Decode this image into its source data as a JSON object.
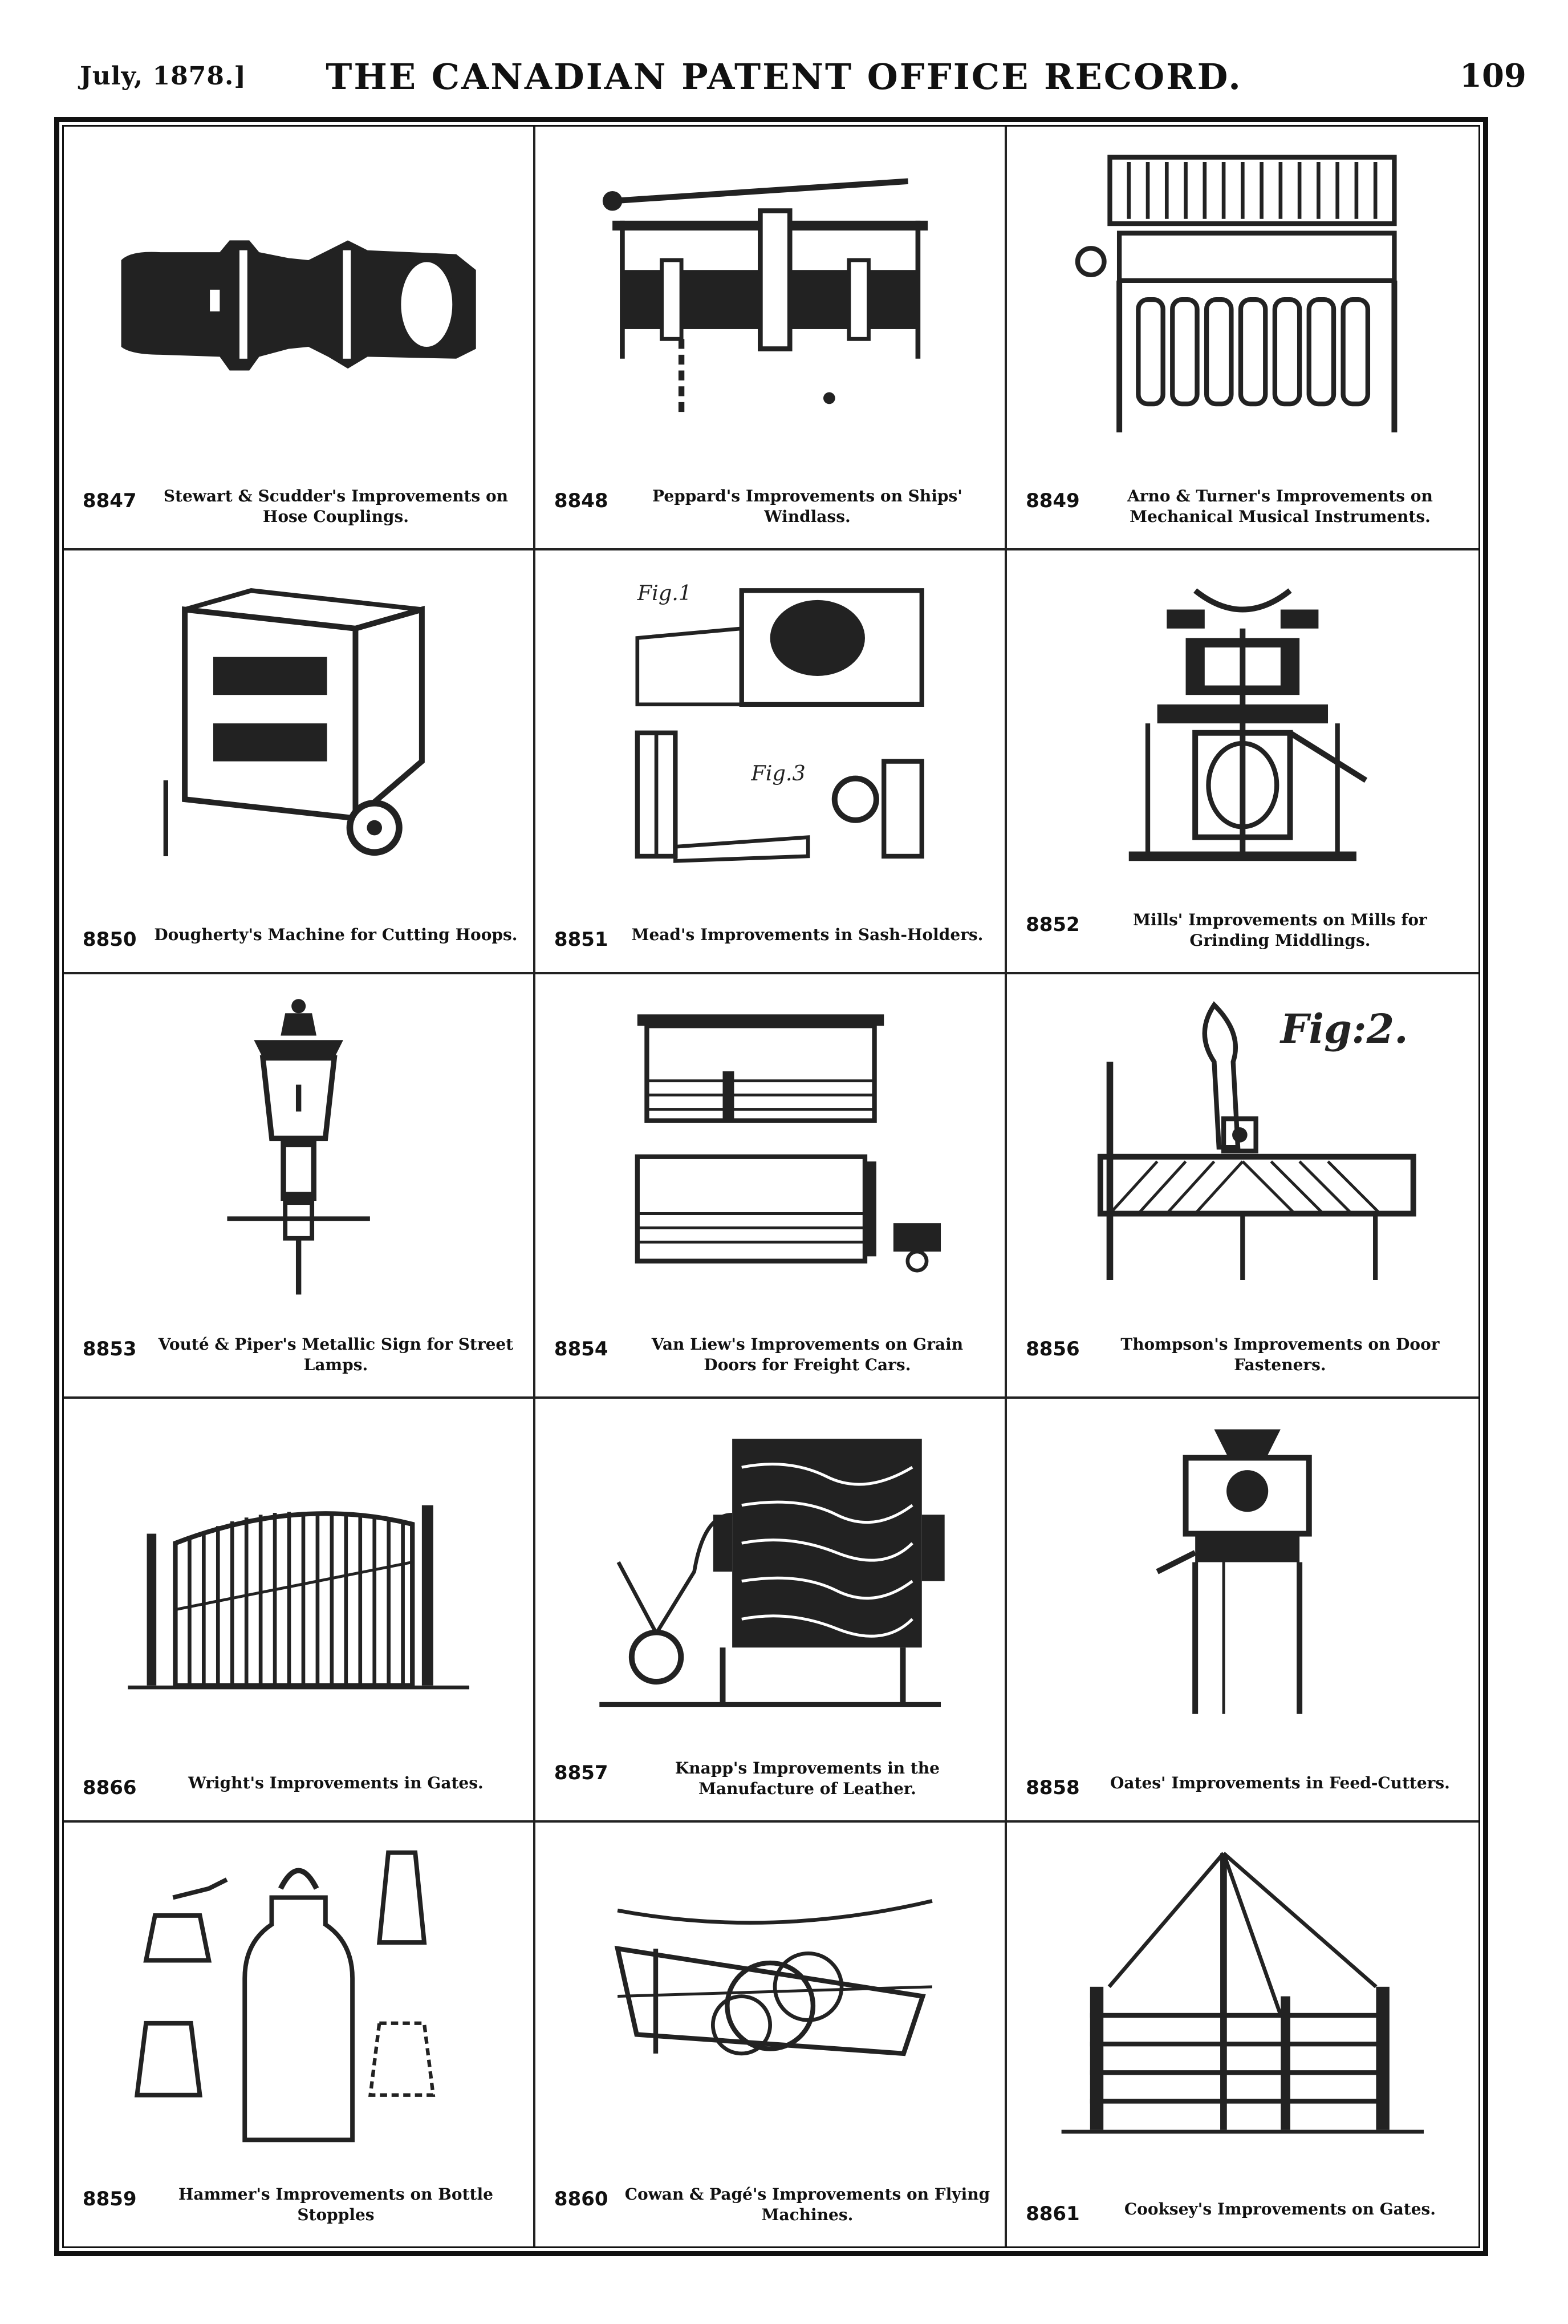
{
  "header": {
    "date": "July, 1878.]",
    "title": "THE CANADIAN PATENT OFFICE RECORD.",
    "page": "109"
  },
  "entries": [
    {
      "number": "8847",
      "title": "Stewart & Scudder's Improvements on Hose Couplings.",
      "icon": "hose-coupling-icon"
    },
    {
      "number": "8848",
      "title": "Peppard's Improvements on Ships' Windlass.",
      "icon": "windlass-icon"
    },
    {
      "number": "8849",
      "title": "Arno & Turner's Improvements on Mechanical Musical Instruments.",
      "icon": "musical-instrument-icon"
    },
    {
      "number": "8850",
      "title": "Dougherty's Machine for Cutting Hoops.",
      "icon": "hoop-cutting-machine-icon"
    },
    {
      "number": "8851",
      "title": "Mead's Improvements in Sash-Holders.",
      "icon": "sash-holder-icon"
    },
    {
      "number": "8852",
      "title": "Mills' Improvements on Mills for Grinding Middlings.",
      "icon": "grinding-mill-icon"
    },
    {
      "number": "8853",
      "title": "Vouté & Piper's Metallic Sign for Street Lamps.",
      "icon": "street-lamp-icon"
    },
    {
      "number": "8854",
      "title": "Van Liew's Improvements on Grain Doors for Freight Cars.",
      "icon": "grain-door-icon"
    },
    {
      "number": "8856",
      "title": "Thompson's Improvements on Door Fasteners.",
      "icon": "door-fastener-icon"
    },
    {
      "number": "8866",
      "title": "Wright's Improvements in Gates.",
      "icon": "gate-icon"
    },
    {
      "number": "8857",
      "title": "Knapp's Improvements in the Manufacture of Leather.",
      "icon": "leather-drum-icon"
    },
    {
      "number": "8858",
      "title": "Oates' Improvements in Feed-Cutters.",
      "icon": "feed-cutter-icon"
    },
    {
      "number": "8859",
      "title": "Hammer's Improvements on Bottle Stopples",
      "icon": "bottle-stopper-icon"
    },
    {
      "number": "8860",
      "title": "Cowan & Pagé's Improvements on Flying Machines.",
      "icon": "flying-machine-icon"
    },
    {
      "number": "8861",
      "title": "Cooksey's Improvements on Gates.",
      "icon": "farm-gate-icon"
    }
  ],
  "figure_labels": {
    "fig1": "Fig.1",
    "fig2": "Fig:2.",
    "fig3": "Fig.3"
  }
}
